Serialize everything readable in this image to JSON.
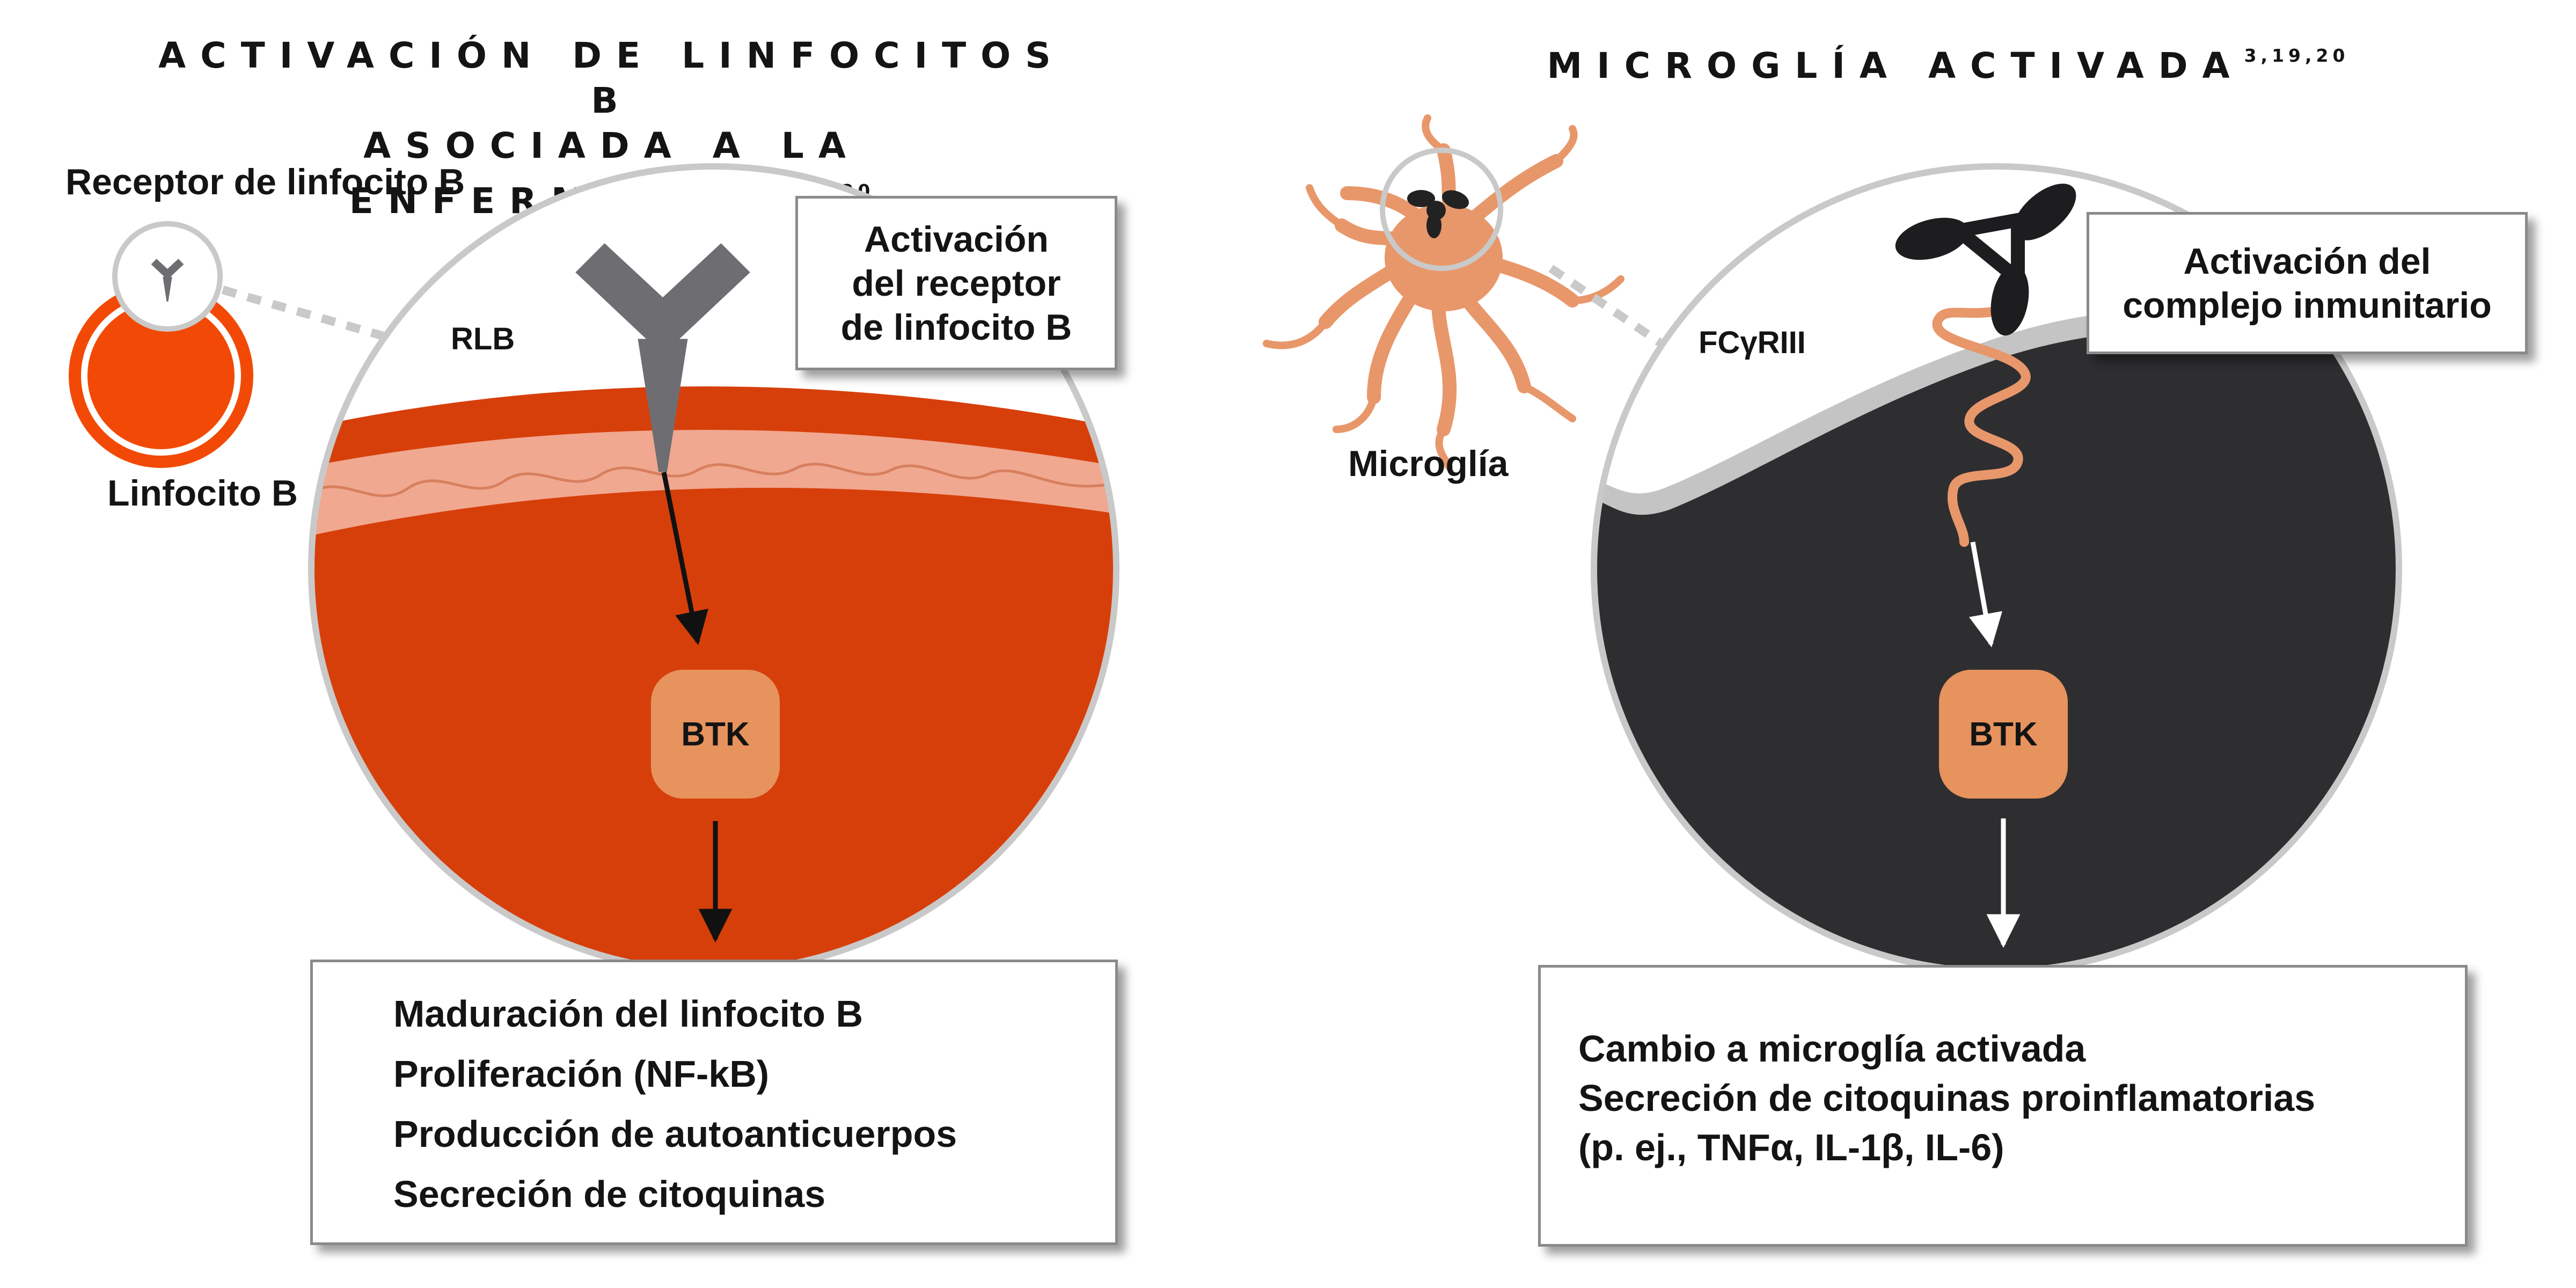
{
  "left_panel": {
    "title_line1": "ACTIVACIÓN DE LINFOCITOS B",
    "title_line2": "ASOCIADA A LA ENFERMEDAD",
    "title_refs": "3,19,20",
    "receptor_label": "Receptor de linfocito B",
    "cell_label": "Linfocito B",
    "rlb_label": "RLB",
    "callout": "Activación\ndel receptor\nde linfocito B",
    "btk_label": "BTK",
    "outcomes": [
      "Maduración del linfocito B",
      "Proliferación (NF-kB)",
      "Producción de autoanticuerpos",
      "Secreción de citoquinas"
    ]
  },
  "right_panel": {
    "title": "MICROGLÍA ACTIVADA",
    "title_refs": "3,19,20",
    "cell_label": "Microglía",
    "receptor_label": "FCγRIII",
    "callout": "Activación del\ncomplejo inmunitario",
    "btk_label": "BTK",
    "outcomes": [
      "Cambio a microglía activada",
      "Secreción de citoquinas proinflamatorias",
      "(p. ej., TNFα, IL-1β, IL-6)"
    ]
  },
  "colors": {
    "b_cell_red": "#d73f0a",
    "b_cell_orange": "#f24a06",
    "membrane_pink": "#f0a890",
    "btk_orange": "#e6935e",
    "microglia_body": "#e8976a",
    "dark_cell": "#2e2e31",
    "receptor_gray": "#6e6e72",
    "outline_gray": "#c9c9c9"
  }
}
